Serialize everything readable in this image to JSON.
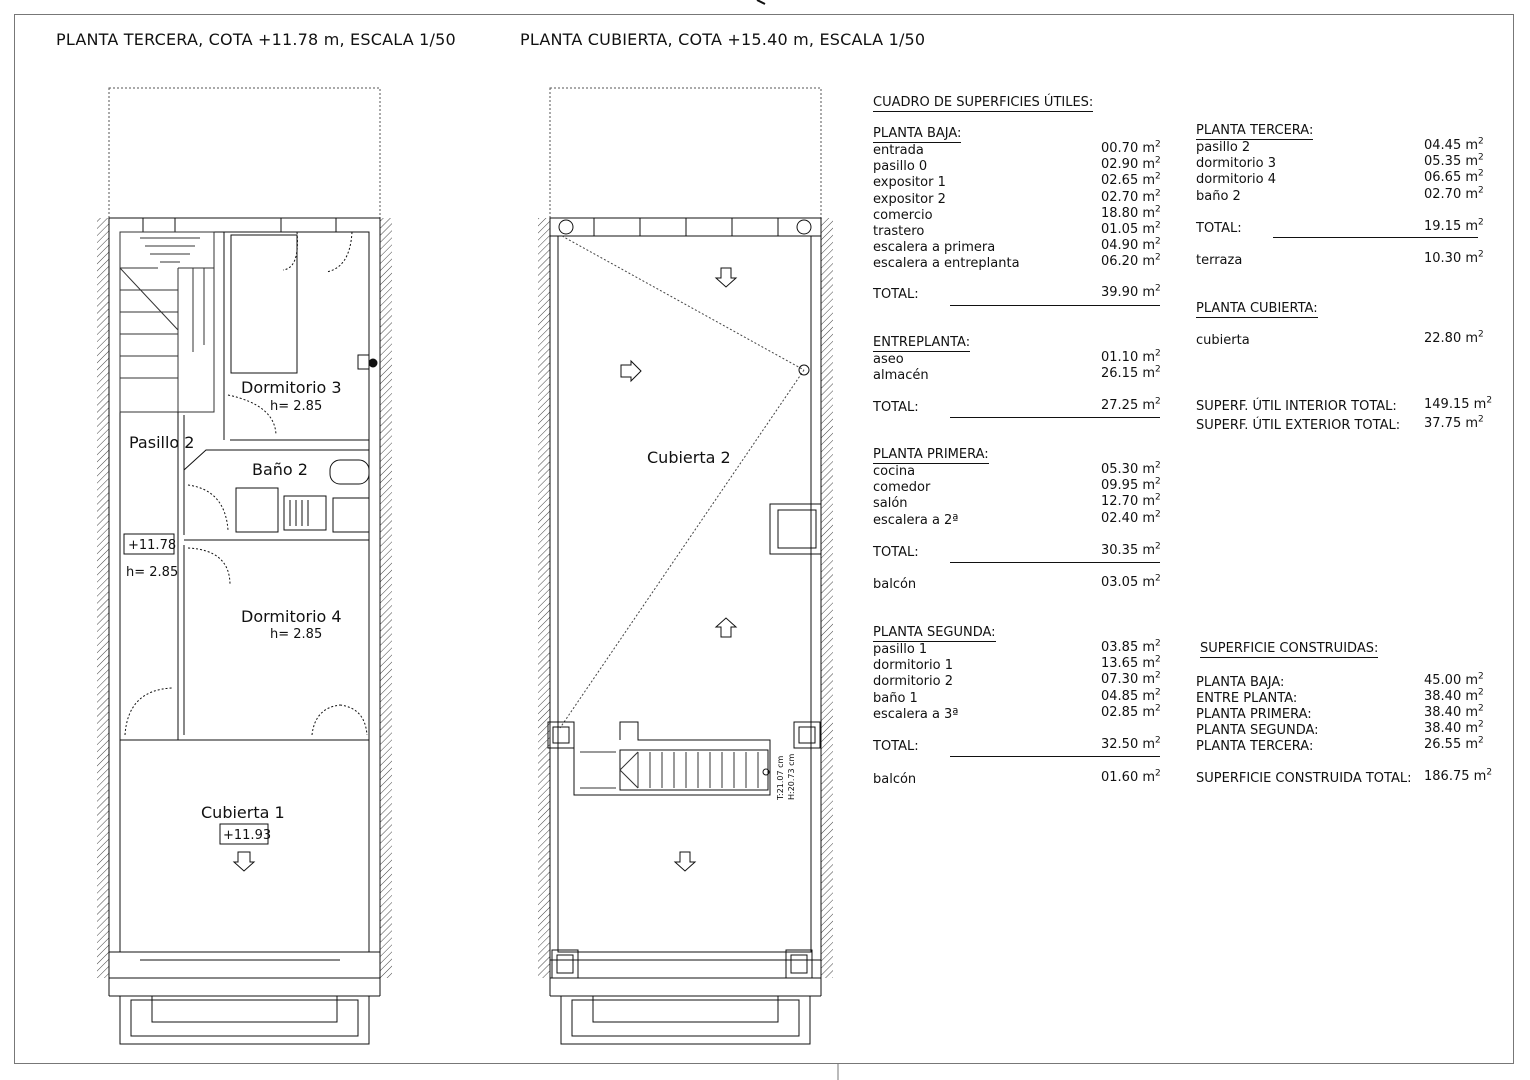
{
  "titles": {
    "left": "PLANTA TERCERA, COTA +11.78 m, ESCALA 1/50",
    "right": "PLANTA CUBIERTA, COTA +15.40 m, ESCALA 1/50"
  },
  "plan_left": {
    "dormitorio3": "Dormitorio 3",
    "dormitorio3_h": "h= 2.85",
    "pasillo2": "Pasillo 2",
    "bano2": "Baño 2",
    "level": "+11.78",
    "level_h": "h= 2.85",
    "dormitorio4": "Dormitorio 4",
    "dormitorio4_h": "h= 2.85",
    "cubierta1": "Cubierta 1",
    "cubierta1_level": "+11.93"
  },
  "plan_right": {
    "cubierta2": "Cubierta 2",
    "stair_t": "T:21.07 cm",
    "stair_h": "H:20.73 cm"
  },
  "unit": "m",
  "cuadro": {
    "title": "CUADRO DE SUPERFICIES ÚTILES:",
    "baja": {
      "title": "PLANTA BAJA:",
      "rows": [
        {
          "label": "entrada",
          "value": "00.70"
        },
        {
          "label": "pasillo 0",
          "value": "02.90"
        },
        {
          "label": "expositor 1",
          "value": "02.65"
        },
        {
          "label": "expositor 2",
          "value": "02.70"
        },
        {
          "label": "comercio",
          "value": "18.80"
        },
        {
          "label": "trastero",
          "value": "01.05"
        },
        {
          "label": "escalera a primera",
          "value": "04.90"
        },
        {
          "label": "escalera a entreplanta",
          "value": "06.20"
        }
      ],
      "total_label": "TOTAL:",
      "total": "39.90"
    },
    "entre": {
      "title": "ENTREPLANTA:",
      "rows": [
        {
          "label": "aseo",
          "value": "01.10"
        },
        {
          "label": "almacén",
          "value": "26.15"
        }
      ],
      "total_label": "TOTAL:",
      "total": "27.25"
    },
    "primera": {
      "title": "PLANTA PRIMERA:",
      "rows": [
        {
          "label": "cocina",
          "value": "05.30"
        },
        {
          "label": "comedor",
          "value": "09.95"
        },
        {
          "label": "salón",
          "value": "12.70"
        },
        {
          "label": "escalera a 2ª",
          "value": "02.40"
        }
      ],
      "total_label": "TOTAL:",
      "total": "30.35",
      "extra_label": "balcón",
      "extra": "03.05"
    },
    "segunda": {
      "title": "PLANTA SEGUNDA:",
      "rows": [
        {
          "label": "pasillo 1",
          "value": "03.85"
        },
        {
          "label": "dormitorio 1",
          "value": "13.65"
        },
        {
          "label": "dormitorio 2",
          "value": "07.30"
        },
        {
          "label": "baño 1",
          "value": "04.85"
        },
        {
          "label": "escalera a 3ª",
          "value": "02.85"
        }
      ],
      "total_label": "TOTAL:",
      "total": "32.50",
      "extra_label": "balcón",
      "extra": "01.60"
    },
    "tercera": {
      "title": "PLANTA TERCERA:",
      "rows": [
        {
          "label": "pasillo 2",
          "value": "04.45"
        },
        {
          "label": "dormitorio 3",
          "value": "05.35"
        },
        {
          "label": "dormitorio 4",
          "value": "06.65"
        },
        {
          "label": "baño 2",
          "value": "02.70"
        }
      ],
      "total_label": "TOTAL:",
      "total": "19.15",
      "extra_label": "terraza",
      "extra": "10.30"
    },
    "cubierta": {
      "title": "PLANTA CUBIERTA:",
      "row_label": "cubierta",
      "row_value": "22.80"
    },
    "interior_label": "SUPERF. ÚTIL INTERIOR TOTAL:",
    "interior": "149.15",
    "exterior_label": "SUPERF. ÚTIL EXTERIOR TOTAL:",
    "exterior": "37.75"
  },
  "construidas": {
    "title": "SUPERFICIE CONSTRUIDAS:",
    "rows": [
      {
        "label": "PLANTA BAJA:",
        "value": "45.00"
      },
      {
        "label": "ENTRE PLANTA:",
        "value": "38.40"
      },
      {
        "label": "PLANTA PRIMERA:",
        "value": "38.40"
      },
      {
        "label": "PLANTA SEGUNDA:",
        "value": "38.40"
      },
      {
        "label": "PLANTA TERCERA:",
        "value": "26.55"
      }
    ],
    "total_label": "SUPERFICIE CONSTRUIDA TOTAL:",
    "total": "186.75"
  }
}
